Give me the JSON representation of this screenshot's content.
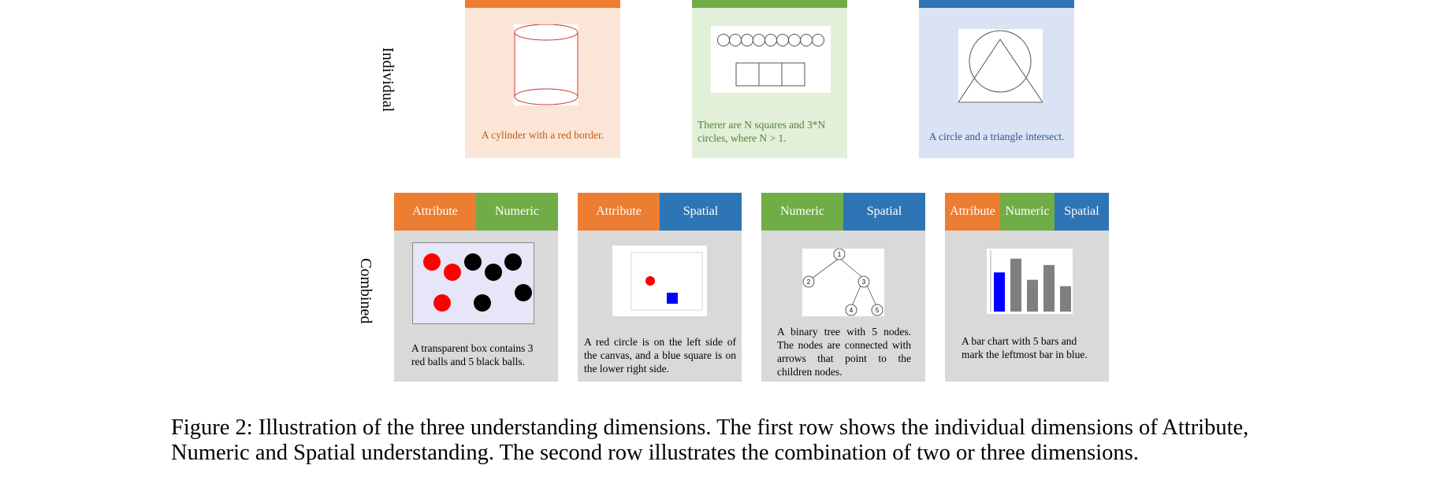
{
  "row_labels": {
    "individual": "Individual",
    "combined": "Combined"
  },
  "colors": {
    "attribute": "#ED7D31",
    "numeric": "#70AD47",
    "spatial": "#2E75B6",
    "attribute_bg": "#FBE5D6",
    "numeric_bg": "#E2F0D9",
    "spatial_bg": "#DAE3F3",
    "combined_bg": "#D9D9D9"
  },
  "individual": [
    {
      "caption": "A cylinder with a red border."
    },
    {
      "caption": "Therer are N squares and 3*N circles, where N > 1."
    },
    {
      "caption": "A circle and a triangle intersect."
    }
  ],
  "combined": [
    {
      "tags": [
        "Attribute",
        "Numeric"
      ],
      "caption": "A transparent box contains 3 red balls and 5 black balls."
    },
    {
      "tags": [
        "Attribute",
        "Spatial"
      ],
      "caption": "A red circle is on the left side of the canvas, and a blue square is on the lower right side."
    },
    {
      "tags": [
        "Numeric",
        "Spatial"
      ],
      "caption": "A binary tree with 5 nodes. The nodes are connected with arrows that point to the children nodes.",
      "tree_nodes": [
        "1",
        "2",
        "3",
        "4",
        "5"
      ]
    },
    {
      "tags": [
        "Attribute",
        "Numeric",
        "Spatial"
      ],
      "caption": "A bar chart with 5 bars and mark the leftmost bar in blue.",
      "bar_values": [
        37,
        50,
        30,
        44,
        24
      ]
    }
  ],
  "figure_caption": "Figure 2: Illustration of the three understanding dimensions. The first row shows the individual dimensions of Attribute, Numeric and Spatial understanding. The second row illustrates the combination of two or three dimensions."
}
